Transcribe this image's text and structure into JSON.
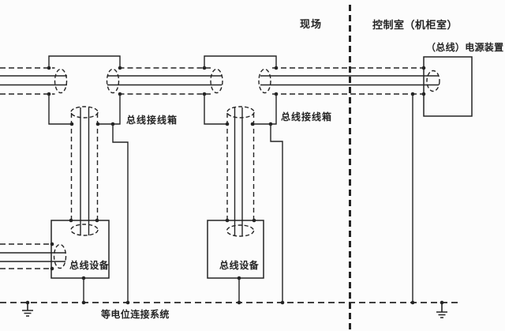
{
  "colors": {
    "paper": "#fcfcfc",
    "ink": "#242424"
  },
  "regions": {
    "field": {
      "label": "现场"
    },
    "control_room": {
      "label": "控制室（机柜室）"
    }
  },
  "components": {
    "power_supply": {
      "label": "（总线）电源装置"
    },
    "junction_box_1": {
      "label": "总线接线箱"
    },
    "junction_box_2": {
      "label": "总线接线箱"
    },
    "bus_device_1": {
      "label": "总线设备"
    },
    "bus_device_2": {
      "label": "总线设备"
    },
    "equipotential_bonding_system": {
      "label": "等电位连接系统"
    }
  }
}
